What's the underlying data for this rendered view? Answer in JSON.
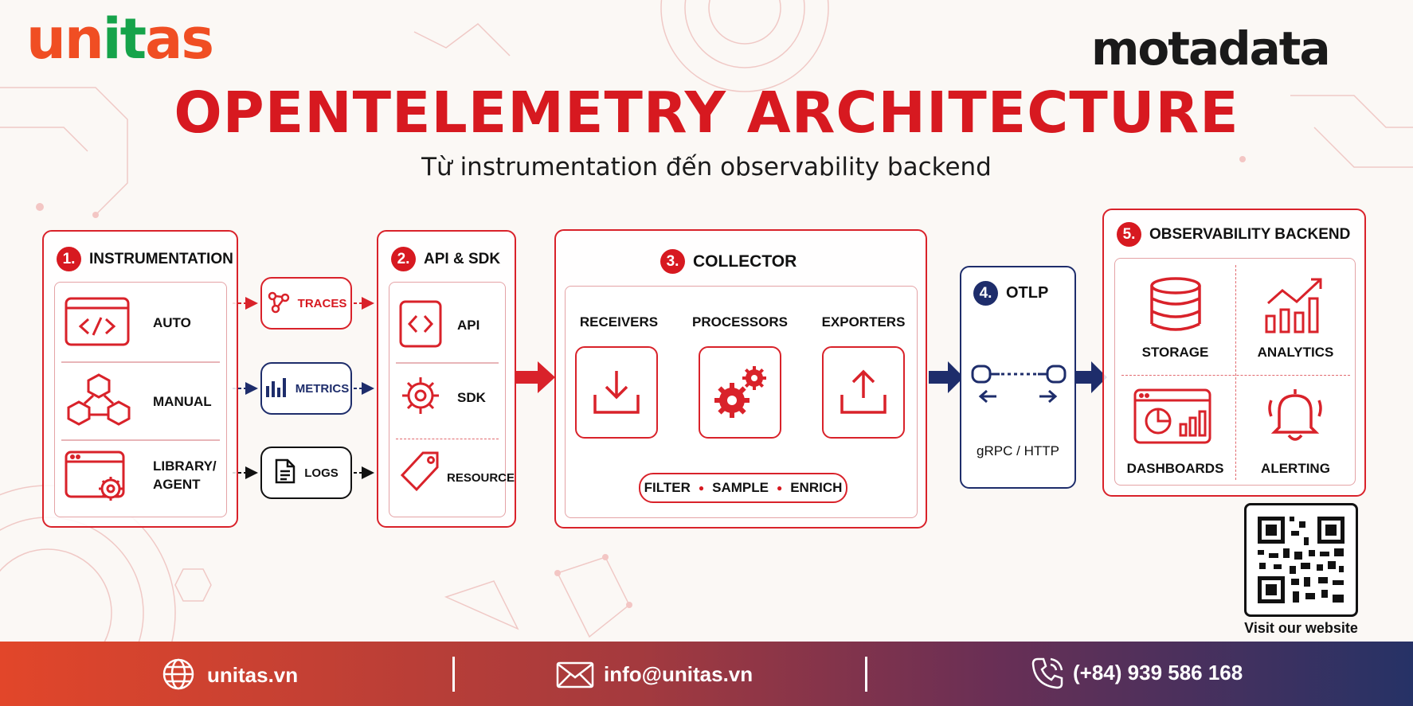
{
  "brand": {
    "left_logo": {
      "pre": "un",
      "mid": "it",
      "post": "as"
    },
    "right_logo": "motadata"
  },
  "colors": {
    "accent": "#d71920",
    "navy": "#1e2d6b",
    "brand_orange": "#f04e23",
    "brand_green": "#16a34a"
  },
  "title": "OPENTELEMETRY ARCHITECTURE",
  "subtitle": "Từ instrumentation đến observability backend",
  "stages": {
    "instrumentation": {
      "num": "1.",
      "title": "INSTRUMENTATION",
      "items": [
        {
          "label": "AUTO",
          "icon": "code-window-icon"
        },
        {
          "label": "MANUAL",
          "icon": "cubes-network-icon"
        },
        {
          "label_lines": [
            "LIBRARY/",
            "AGENT"
          ],
          "icon": "window-gear-icon"
        }
      ]
    },
    "signals": [
      {
        "label": "TRACES",
        "icon": "traces-icon"
      },
      {
        "label": "METRICS",
        "icon": "bar-chart-icon"
      },
      {
        "label": "LOGS",
        "icon": "document-icon"
      }
    ],
    "api_sdk": {
      "num": "2.",
      "title": "API & SDK",
      "items": [
        {
          "label": "API",
          "icon": "code-brackets-icon"
        },
        {
          "label": "SDK",
          "icon": "gear-icon"
        },
        {
          "label": "RESOURCE",
          "icon": "tag-icon"
        }
      ]
    },
    "collector": {
      "num": "3.",
      "title": "COLLECTOR",
      "columns": [
        {
          "label": "RECEIVERS",
          "icon": "download-icon"
        },
        {
          "label": "PROCESSORS",
          "icon": "gears-icon"
        },
        {
          "label": "EXPORTERS",
          "icon": "upload-icon"
        }
      ],
      "ops": [
        "FILTER",
        "SAMPLE",
        "ENRICH"
      ]
    },
    "otlp": {
      "num": "4.",
      "title": "OTLP",
      "protocol": "gRPC / HTTP"
    },
    "backend": {
      "num": "5.",
      "title": "OBSERVABILITY BACKEND",
      "items": [
        {
          "label": "STORAGE",
          "icon": "database-icon"
        },
        {
          "label": "ANALYTICS",
          "icon": "analytics-icon"
        },
        {
          "label": "DASHBOARDS",
          "icon": "dashboard-icon"
        },
        {
          "label": "ALERTING",
          "icon": "bell-icon"
        }
      ]
    }
  },
  "qr": {
    "caption": "Visit our website"
  },
  "footer": {
    "website": "unitas.vn",
    "email": "info@unitas.vn",
    "phone": "(+84) 939 586 168"
  }
}
